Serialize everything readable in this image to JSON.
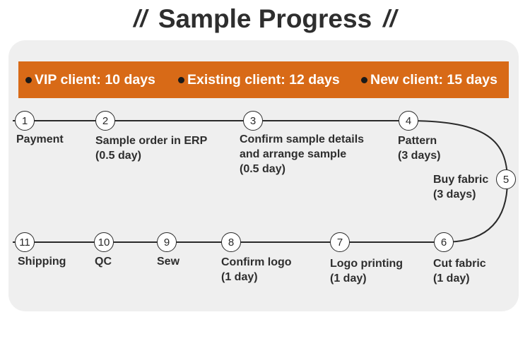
{
  "title": {
    "left_mark": "//",
    "text": "Sample Progress",
    "right_mark": "//"
  },
  "banner": {
    "background": "#d86a17",
    "items": [
      "VIP client: 10 days",
      "Existing client: 12 days",
      "New client: 15 days"
    ]
  },
  "steps": [
    {
      "num": "1",
      "name": "Payment",
      "detail": ""
    },
    {
      "num": "2",
      "name": "Sample order in ERP",
      "detail": "(0.5 day)"
    },
    {
      "num": "3",
      "name": "Confirm sample details",
      "name2": "and arrange sample",
      "detail": "(0.5 day)"
    },
    {
      "num": "4",
      "name": "Pattern",
      "detail": "(3 days)"
    },
    {
      "num": "5",
      "name": "Buy fabric",
      "detail": "(3 days)"
    },
    {
      "num": "6",
      "name": "Cut fabric",
      "detail": "(1 day)"
    },
    {
      "num": "7",
      "name": "Logo printing",
      "detail": "(1 day)"
    },
    {
      "num": "8",
      "name": "Confirm logo",
      "detail": "(1 day)"
    },
    {
      "num": "9",
      "name": "Sew",
      "detail": ""
    },
    {
      "num": "10",
      "name": "QC",
      "detail": ""
    },
    {
      "num": "11",
      "name": "Shipping",
      "detail": ""
    }
  ]
}
